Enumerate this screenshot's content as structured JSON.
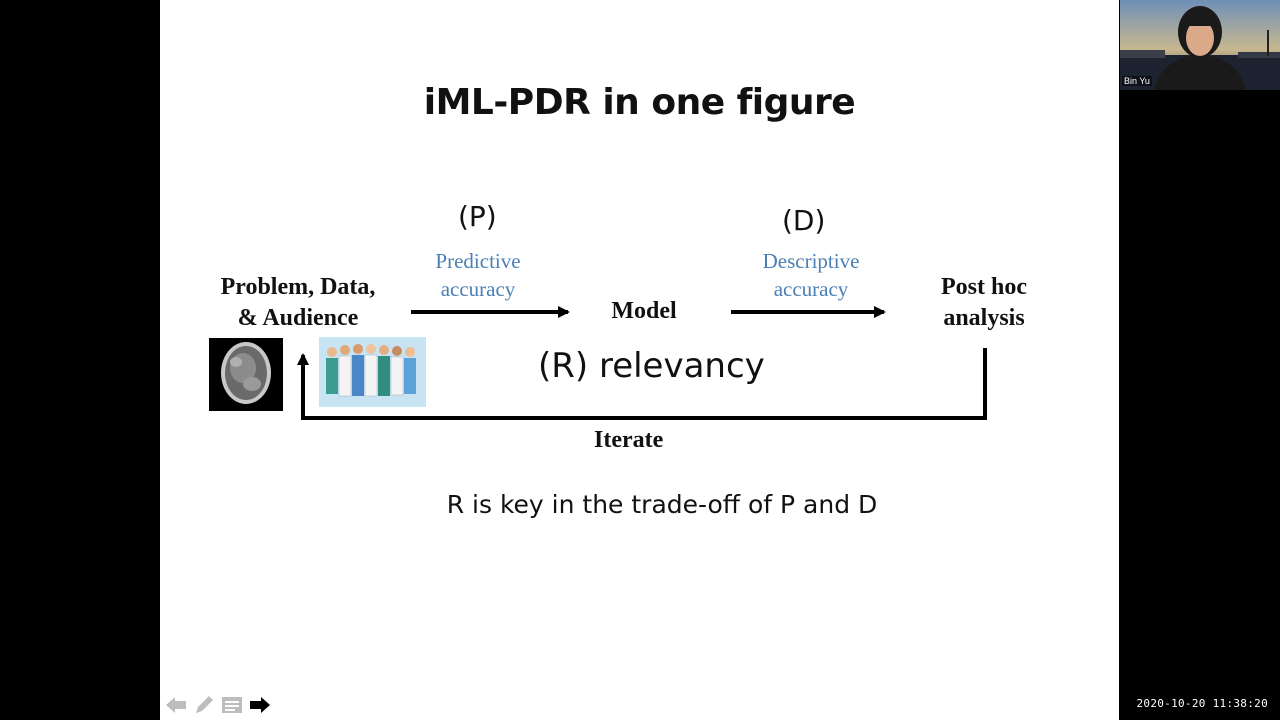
{
  "slide": {
    "title": "iML-PDR in one figure",
    "p_label": "(P)",
    "d_label": "(D)",
    "predictive_label": "Predictive\naccuracy",
    "descriptive_label": "Descriptive\naccuracy",
    "problem_label": "Problem, Data,\n& Audience",
    "model_label": "Model",
    "posthoc_label": "Post hoc\nanalysis",
    "relevancy_label": "(R) relevancy",
    "iterate_label": "Iterate",
    "caption": "R is key in the trade-off of P and D"
  },
  "nav_icons": [
    "arrow-left-icon",
    "pen-icon",
    "menu-icon",
    "arrow-right-icon"
  ],
  "video": {
    "participant_name": "Bin Yu"
  },
  "timestamp": "2020-10-20 11:38:20",
  "colors": {
    "accent_blue": "#4a7fb5",
    "background": "#000000",
    "slide": "#ffffff"
  }
}
